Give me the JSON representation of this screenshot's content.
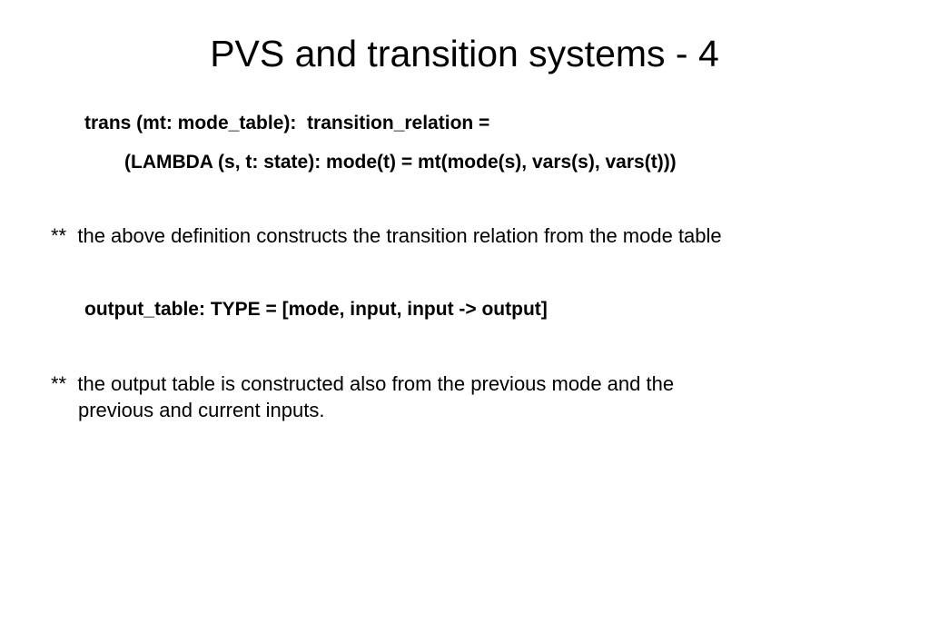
{
  "slide": {
    "title": "PVS and transition systems - 4",
    "code": {
      "trans_line1": "trans (mt: mode_table):  transition_relation =",
      "trans_line2": "(LAMBDA (s, t: state): mode(t) = mt(mode(s), vars(s), vars(t)))",
      "output_table": "output_table: TYPE = [mode, input, input -> output]"
    },
    "notes": {
      "note1": "**  the above definition constructs the transition relation from the mode table",
      "note2_line1": "**  the output table is constructed also from the previous mode and the",
      "note2_line2": "previous and current inputs."
    }
  }
}
